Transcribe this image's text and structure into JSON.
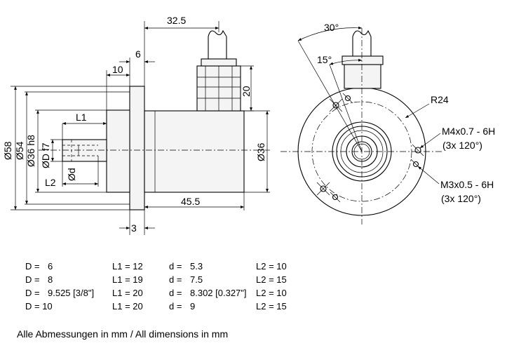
{
  "dimensions": {
    "len_32_5": "32.5",
    "len_6": "6",
    "len_10": "10",
    "len_20": "20",
    "len_45_5": "45.5",
    "len_3": "3",
    "L1": "L1",
    "L2": "L2",
    "dia_58": "Ø58",
    "dia_54": "Ø54",
    "dia_36h8": "Ø36 h8",
    "diaD": "ØD f7",
    "diad": "Ød",
    "dia_36": "Ø36",
    "angle_30": "30°",
    "angle_15": "15°",
    "radius": "R24",
    "thread_m4": "M4x0.7 - 6H",
    "thread_m4_qty": "(3x 120°)",
    "thread_m3": "M3x0.5 - 6H",
    "thread_m3_qty": "(3x 120°)"
  },
  "variants": [
    {
      "D_label": "D =",
      "D": "6",
      "L1_label": "L1 = 12",
      "d_label": "d =",
      "d": "5.3",
      "L2_label": "L2 = 10"
    },
    {
      "D_label": "D =",
      "D": "8",
      "L1_label": "L1 = 19",
      "d_label": "d =",
      "d": "7.5",
      "L2_label": "L2 = 15"
    },
    {
      "D_label": "D =",
      "D": "9.525 [3/8\"]",
      "L1_label": "L1 = 20",
      "d_label": "d =",
      "d": "8.302 [0.327\"]",
      "L2_label": "L2 = 10"
    },
    {
      "D_label": "D = 10",
      "D": "",
      "L1_label": "L1 = 20",
      "d_label": "d =",
      "d": "9",
      "L2_label": "L2 = 15"
    }
  ],
  "footnote": "Alle Abmessungen in mm / All dimensions in mm"
}
